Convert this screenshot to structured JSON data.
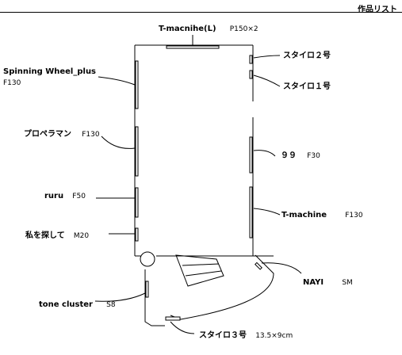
{
  "header": {
    "title": "作品リスト"
  },
  "works": [
    {
      "name": "T-macnihe(L)",
      "size": "P150×2"
    },
    {
      "name": "スタイロ２号",
      "size": ""
    },
    {
      "name": "スタイロ１号",
      "size": ""
    },
    {
      "name": "Spinning Wheel_plus",
      "size": "F130"
    },
    {
      "name": "プロペラマン",
      "size": "F130"
    },
    {
      "name": "９９",
      "size": "F30"
    },
    {
      "name": "ruru",
      "size": "F50"
    },
    {
      "name": "T-machine",
      "size": "F130"
    },
    {
      "name": "私を探して",
      "size": "M20"
    },
    {
      "name": "NAYI",
      "size": "SM"
    },
    {
      "name": "tone cluster",
      "size": "S8"
    },
    {
      "name": "スタイロ３号",
      "size": "13.5×9cm"
    }
  ]
}
